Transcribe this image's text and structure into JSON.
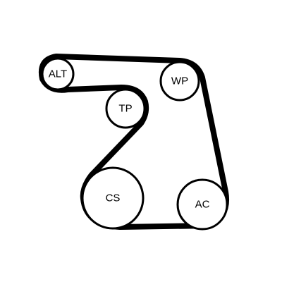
{
  "diagram": {
    "pulleys": [
      {
        "id": "alt",
        "label": "ALT"
      },
      {
        "id": "wp",
        "label": "WP"
      },
      {
        "id": "tp",
        "label": "TP"
      },
      {
        "id": "cs",
        "label": "CS"
      },
      {
        "id": "ac",
        "label": "AC"
      }
    ],
    "colors": {
      "belt": "#000000",
      "pulley_stroke": "#000000",
      "background": "#ffffff"
    }
  }
}
